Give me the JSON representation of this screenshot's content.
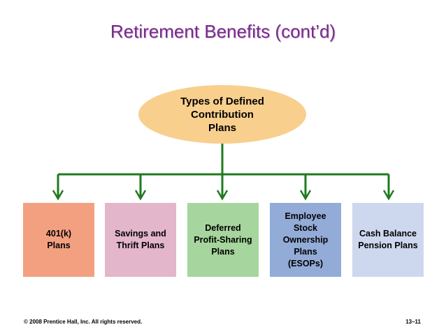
{
  "slide": {
    "title": "Retirement Benefits (cont’d)"
  },
  "diagram": {
    "root": {
      "label": "Types of Defined\nContribution\nPlans",
      "color": "#f9cf8e"
    },
    "connector_color": "#1f7a1f",
    "children": [
      {
        "label": "401(k)\nPlans",
        "color": "#f3a081"
      },
      {
        "label": "Savings and\nThrift Plans",
        "color": "#e3b6cb"
      },
      {
        "label": "Deferred\nProfit-Sharing\nPlans",
        "color": "#a6d59d"
      },
      {
        "label": "Employee\nStock\nOwnership\nPlans\n(ESOPs)",
        "color": "#93abd7"
      },
      {
        "label": "Cash Balance\nPension Plans",
        "color": "#cdd8ee"
      }
    ]
  },
  "footer": {
    "copyright": "© 2008 Prentice Hall, Inc. All rights reserved.",
    "page": "13–11"
  }
}
